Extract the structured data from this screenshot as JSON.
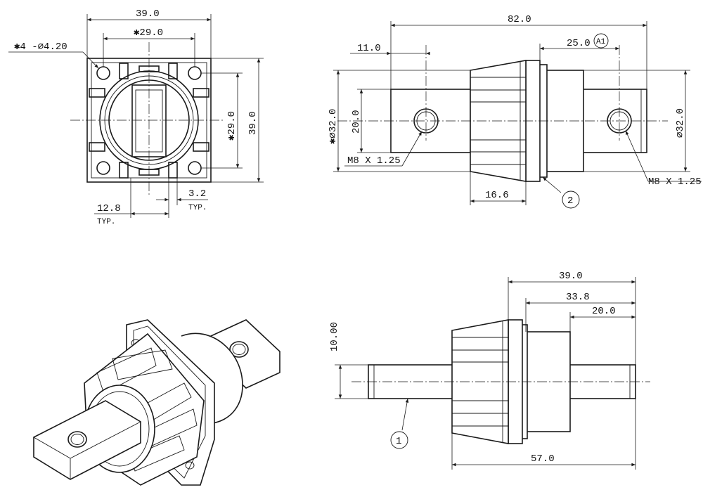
{
  "front_view": {
    "width": "39.0",
    "hole_spacing_h": "✱29.0",
    "hole_callout": "✱4 -⌀4.20",
    "hole_spacing_v": "✱29.0",
    "height": "39.0",
    "pitch": "3.2",
    "pitch_typ": "TYP.",
    "width_typ": "12.8",
    "width_typ_label": "TYP."
  },
  "side_view": {
    "overall_length": "82.0",
    "left_offset": "11.0",
    "right_offset": "25.0",
    "balloon_a1": "A1",
    "diameter_left": "✱⌀32.0",
    "tab_height": "20.0",
    "diameter_right": "⌀32.0",
    "thread_left": "M8 X 1.25",
    "thread_right": "M8 X 1.25",
    "flange_depth": "16.6",
    "balloon_2": "2"
  },
  "bottom_view": {
    "width_39": "39.0",
    "width_338": "33.8",
    "width_20": "20.0",
    "pin_dia": "10.00",
    "overall": "57.0",
    "balloon_1": "1"
  }
}
